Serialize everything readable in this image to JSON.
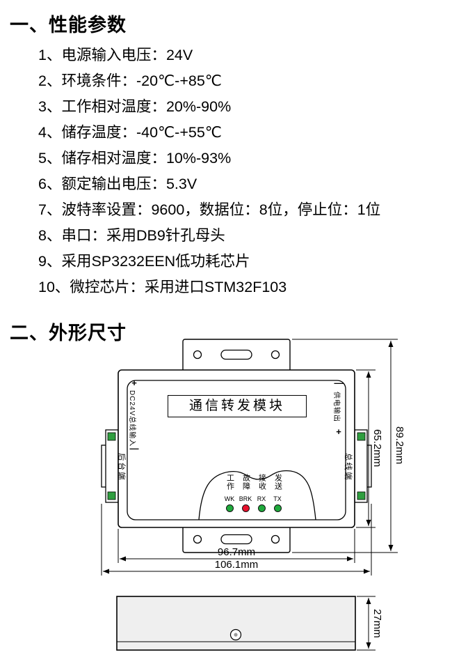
{
  "section1": {
    "heading": "一、性能参数",
    "items": [
      "1、电源输入电压：24V",
      "2、环境条件：-20℃-+85℃",
      "3、工作相对温度：20%-90%",
      "4、储存温度：-40℃-+55℃",
      "5、储存相对温度：10%-93%",
      "6、额定输出电压：5.3V",
      "7、波特率设置：9600，数据位：8位，停止位：1位",
      "8、串口：采用DB9针孔母头",
      "9、采用SP3232EEN低功耗芯片",
      "10、微控芯片：采用进口STM32F103"
    ]
  },
  "section2": {
    "heading": "二、外形尺寸"
  },
  "device": {
    "title": "通信转发模块",
    "left_plus": "+",
    "left_minus": "—",
    "left_label": "DC24V总线输入",
    "right_minus": "—",
    "right_plus": "+",
    "right_label": "供电输出",
    "left_port": "后台端",
    "right_port": "总线端",
    "indicators": [
      {
        "cn": "工作",
        "en": "WK",
        "color": "#1faa3c"
      },
      {
        "cn": "故障",
        "en": "BRK",
        "color": "#e8112d"
      },
      {
        "cn": "接收",
        "en": "RX",
        "color": "#1faa3c"
      },
      {
        "cn": "发送",
        "en": "TX",
        "color": "#1faa3c"
      }
    ]
  },
  "dims": {
    "inner_width": "96.7mm",
    "outer_width": "106.1mm",
    "body_height": "65.2mm",
    "total_height": "89.2mm",
    "side_height": "27mm"
  },
  "colors": {
    "line": "#000000",
    "connector_pad": "#2f9e3f",
    "side_fill": "#efefef"
  }
}
